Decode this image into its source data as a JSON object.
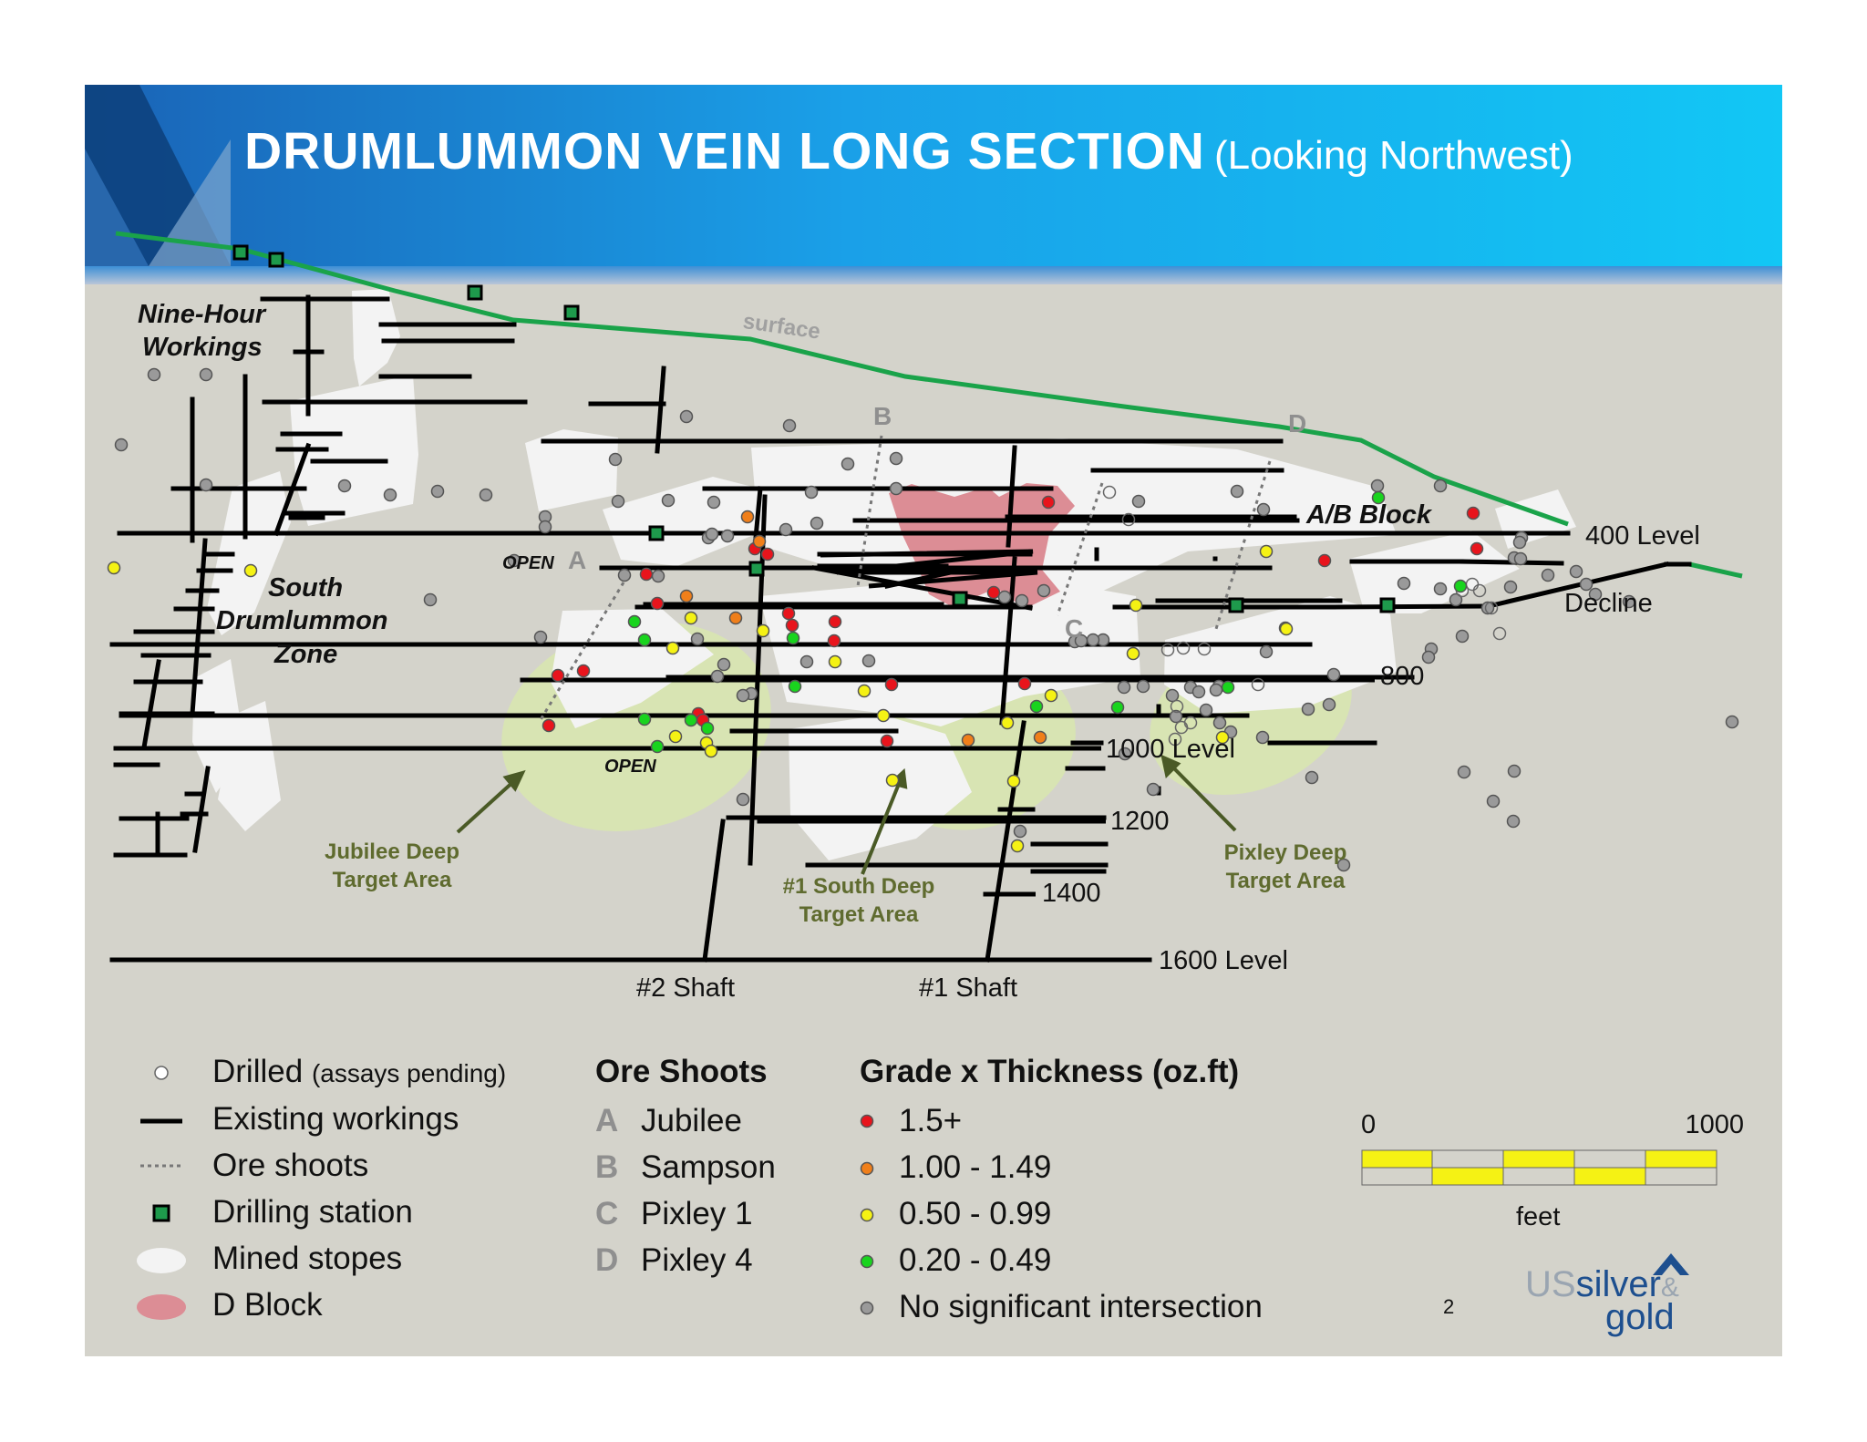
{
  "title": "DRUMLUMMON VEIN LONG SECTION",
  "subtitle": "(Looking Northwest)",
  "map": {
    "surface_label": "surface",
    "zones": {
      "nine_hour_line1": "Nine-Hour",
      "nine_hour_line2": "Workings",
      "south_line1": "South",
      "south_line2": "Drumlummon",
      "south_line3": "Zone",
      "ab_block": "A/B Block"
    },
    "open_labels": [
      "OPEN",
      "OPEN"
    ],
    "ore_shoot_letters": [
      "A",
      "B",
      "C",
      "D"
    ],
    "levels": {
      "l400": "400 Level",
      "decline": "Decline",
      "l800": "800",
      "l1000": "1000 Level",
      "l1200": "1200",
      "l1400": "1400",
      "l1600": "1600 Level"
    },
    "shafts": [
      "#2 Shaft",
      "#1 Shaft"
    ],
    "targets": {
      "jubilee_1": "Jubilee Deep",
      "jubilee_2": "Target Area",
      "south_1": "#1 South Deep",
      "south_2": "Target Area",
      "pixley_1": "Pixley Deep",
      "pixley_2": "Target Area"
    }
  },
  "legend": {
    "symbols": {
      "drilled": "Drilled",
      "drilled_note": "(assays pending)",
      "workings": "Existing workings",
      "ore_shoots": "Ore shoots",
      "station": "Drilling station",
      "stopes": "Mined stopes",
      "dblock": "D Block"
    },
    "ore_shoots_title": "Ore Shoots",
    "ore_shoots": [
      {
        "letter": "A",
        "name": "Jubilee"
      },
      {
        "letter": "B",
        "name": "Sampson"
      },
      {
        "letter": "C",
        "name": "Pixley 1"
      },
      {
        "letter": "D",
        "name": "Pixley 4"
      }
    ],
    "grade_title": "Grade x Thickness (oz.ft)",
    "grades": [
      {
        "label": "1.5+",
        "color": "#e8141c"
      },
      {
        "label": "1.00 - 1.49",
        "color": "#f07f1a"
      },
      {
        "label": "0.50 - 0.99",
        "color": "#f5f214"
      },
      {
        "label": "0.20 - 0.49",
        "color": "#19d41e"
      },
      {
        "label": "No significant intersection",
        "color": "#9a9a9a"
      }
    ]
  },
  "scale": {
    "start": "0",
    "end": "1000",
    "unit": "feet"
  },
  "page_number": "2",
  "logo": {
    "us": "US",
    "silver": "silver",
    "amp": "&",
    "gold": "gold"
  },
  "colors": {
    "surface": "#1aa34a",
    "dblock": "#dc8d95",
    "station": "#1e9a4c",
    "target": "#d8e5b0"
  }
}
